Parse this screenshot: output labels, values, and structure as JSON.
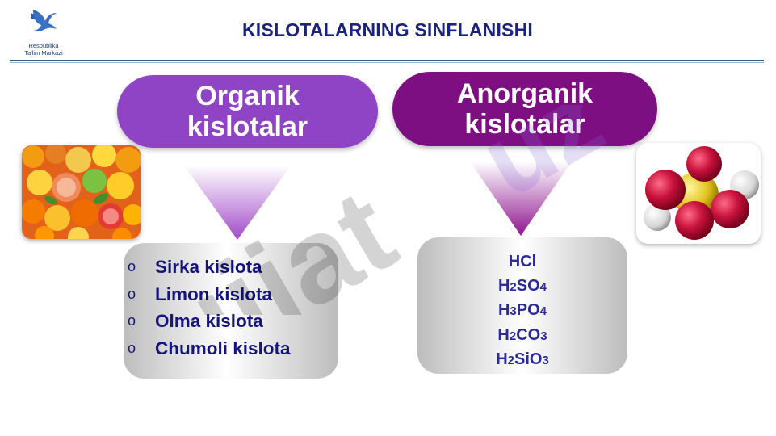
{
  "header": {
    "title": "KISLOTALARNING SINFLANISHI",
    "logo": {
      "line1": "Respublika",
      "line2": "Ta'lim Markazi",
      "icon": "dove-logo-icon"
    }
  },
  "categories": {
    "organic": {
      "line1": "Organik",
      "line2": "kislotalar"
    },
    "inorganic": {
      "line1": "Anorganik",
      "line2": "kislotalar"
    }
  },
  "organic_list": {
    "bullet": "o",
    "items": [
      "Sirka kislota",
      "Limon kislota",
      "Olma kislota",
      "Chumoli kislota"
    ]
  },
  "inorganic_list": {
    "items": [
      {
        "parts": [
          {
            "t": "HCl",
            "sub": false
          }
        ]
      },
      {
        "parts": [
          {
            "t": "H",
            "sub": false
          },
          {
            "t": "2",
            "sub": true
          },
          {
            "t": "SO",
            "sub": false
          },
          {
            "t": "4",
            "sub": true
          }
        ]
      },
      {
        "parts": [
          {
            "t": "H",
            "sub": false
          },
          {
            "t": "3",
            "sub": true
          },
          {
            "t": "PO",
            "sub": false
          },
          {
            "t": "4",
            "sub": true
          }
        ]
      },
      {
        "parts": [
          {
            "t": "H",
            "sub": false
          },
          {
            "t": "2",
            "sub": true
          },
          {
            "t": "CO",
            "sub": false
          },
          {
            "t": "3",
            "sub": true
          }
        ]
      },
      {
        "parts": [
          {
            "t": "H",
            "sub": false
          },
          {
            "t": "2",
            "sub": true
          },
          {
            "t": "SiO",
            "sub": false
          },
          {
            "t": "3",
            "sub": true
          }
        ]
      }
    ]
  },
  "watermark": {
    "text": "hujjat",
    "accent_text": "uz"
  },
  "colors": {
    "title": "#1a237e",
    "organic_pill": "#8e44c4",
    "inorganic_pill": "#7d0f82",
    "list_text": "#14157e",
    "formula_text": "#2a2a9a",
    "header_line": "#2f5e92"
  },
  "images": {
    "fruit_photo": "citrus-fruits-image",
    "molecule_photo": "sulfuric-acid-molecule-image"
  }
}
